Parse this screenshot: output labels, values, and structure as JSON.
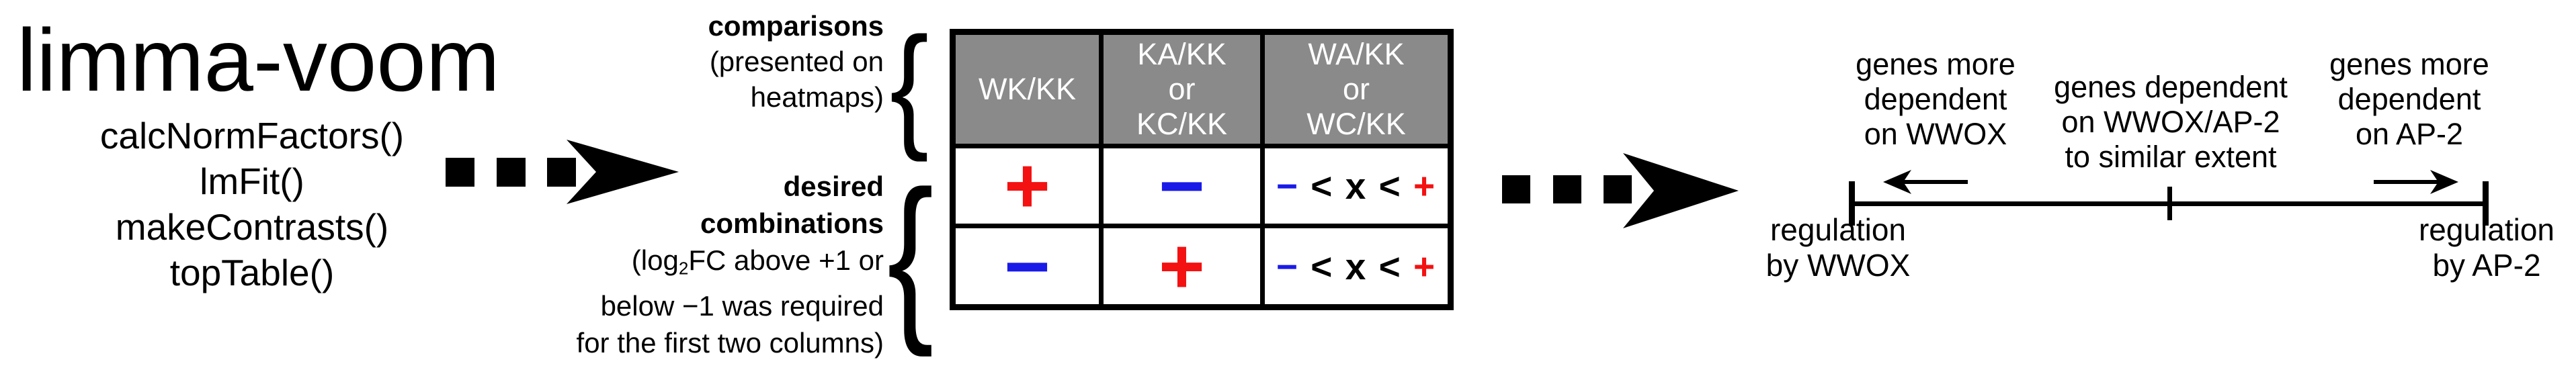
{
  "colors": {
    "plus": "#f31111",
    "minus": "#1a1ae8",
    "header_bg": "#8a8a8a",
    "header_text": "#ffffff",
    "ink": "#000000",
    "background": "#ffffff"
  },
  "pipeline": {
    "title": "limma-voom",
    "functions": [
      "calcNormFactors()",
      "lmFit()",
      "makeContrasts()",
      "topTable()"
    ]
  },
  "labels": {
    "brace": "{",
    "comparisons": {
      "line1": "comparisons",
      "line2": "(presented on",
      "line3": "heatmaps)"
    },
    "combinations": {
      "line1": "desired",
      "line2": "combinations",
      "line3_pre": "(log",
      "line3_sub": "2",
      "line3_post": "FC above +1 or",
      "line4": "below −1 was required",
      "line5": "for the first two columns)"
    }
  },
  "table": {
    "headers": [
      [
        "WK/KK"
      ],
      [
        "KA/KK",
        "or",
        "KC/KK"
      ],
      [
        "WA/KK",
        "or",
        "WC/KK"
      ]
    ],
    "rows": [
      {
        "c1": "+",
        "c2": "−",
        "c3": {
          "minus": "−",
          "mid": " < x < ",
          "plus": "+"
        }
      },
      {
        "c1": "−",
        "c2": "+",
        "c3": {
          "minus": "−",
          "mid": " < x < ",
          "plus": "+"
        }
      }
    ]
  },
  "axis": {
    "left_label": [
      "genes more",
      "dependent",
      "on WWOX"
    ],
    "mid_label": [
      "genes dependent",
      "on WWOX/AP-2",
      "to similar extent"
    ],
    "right_label": [
      "genes more",
      "dependent",
      "on AP-2"
    ],
    "left_end": [
      "regulation",
      "by WWOX"
    ],
    "right_end": [
      "regulation",
      "by AP-2"
    ]
  }
}
